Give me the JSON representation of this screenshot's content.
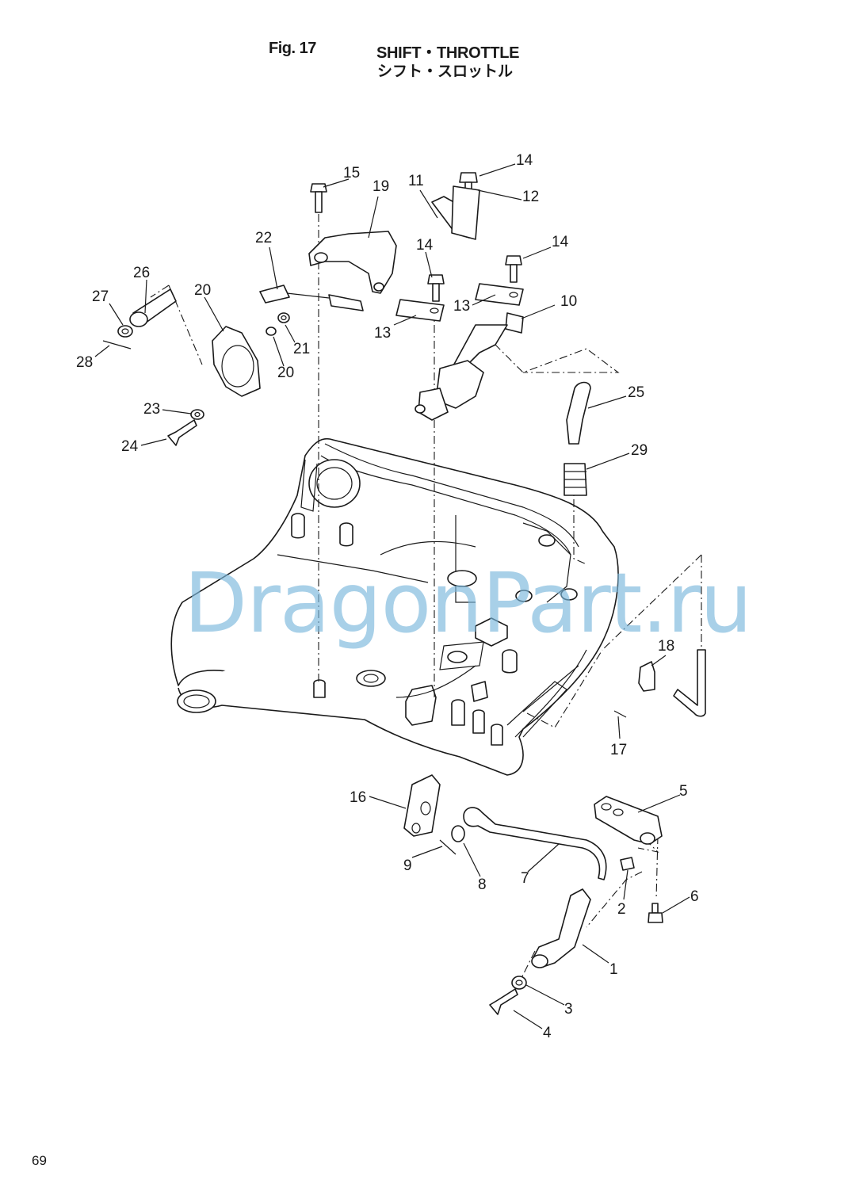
{
  "header": {
    "fig_no": "Fig. 17",
    "title_en": "SHIFT・THROTTLE",
    "title_ja": "シフト・スロットル"
  },
  "callouts": [
    "1",
    "2",
    "3",
    "4",
    "5",
    "6",
    "7",
    "8",
    "9",
    "10",
    "11",
    "12",
    "13",
    "13",
    "14",
    "14",
    "14",
    "15",
    "16",
    "17",
    "18",
    "19",
    "20",
    "20",
    "21",
    "22",
    "23",
    "24",
    "25",
    "26",
    "27",
    "28",
    "29"
  ],
  "watermark": "DragonPart.ru",
  "page_number": "69"
}
